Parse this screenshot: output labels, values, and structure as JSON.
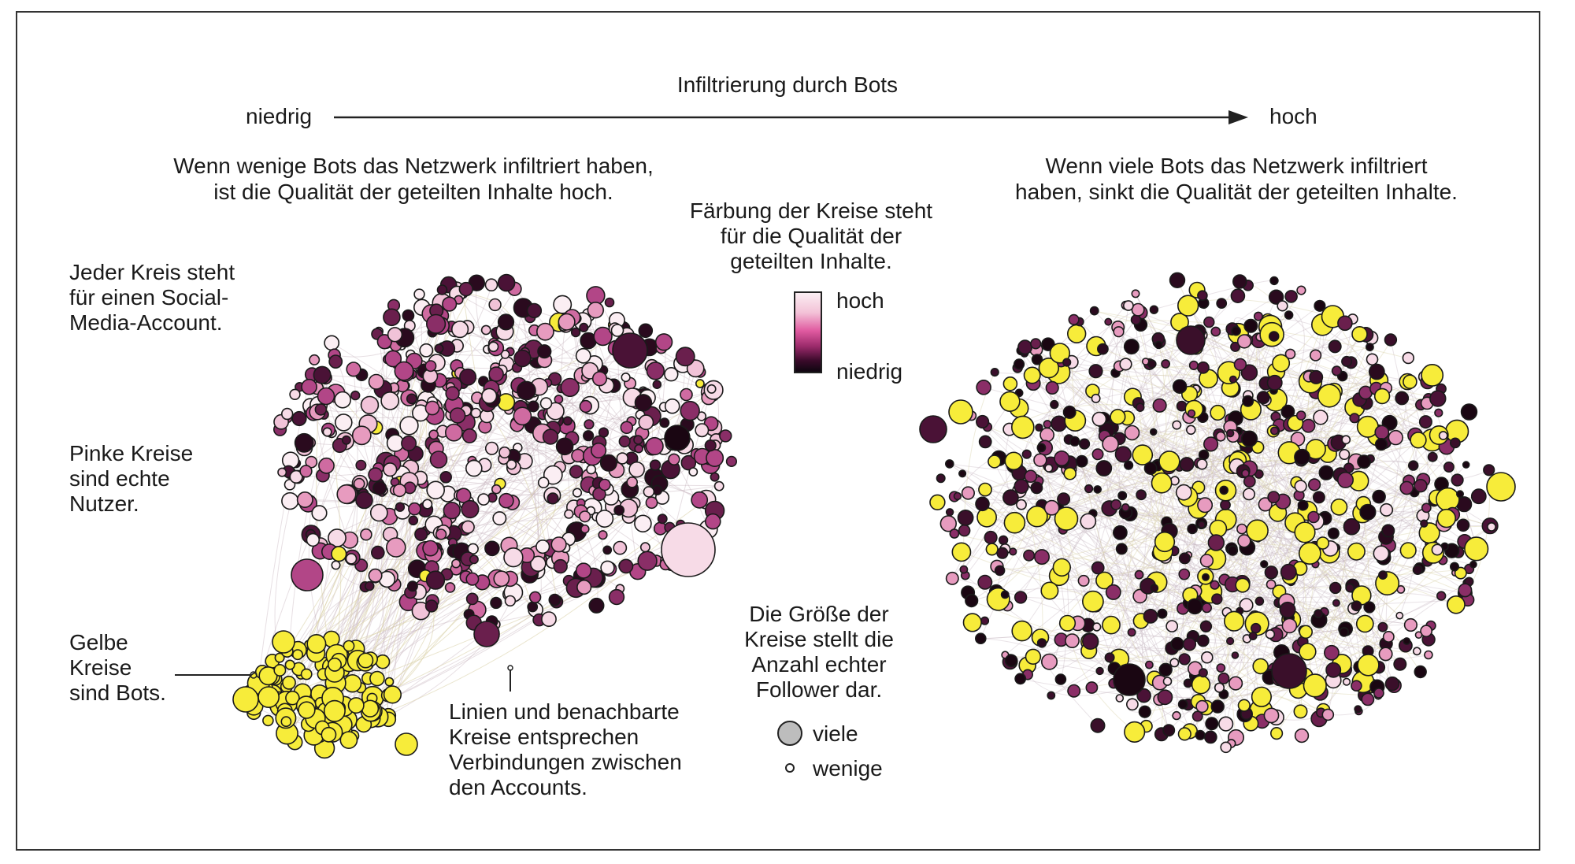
{
  "header": {
    "axis_title": "Infiltrierung durch Bots",
    "axis_low": "niedrig",
    "axis_high": "hoch"
  },
  "left_panel": {
    "caption_lines": [
      "Wenn wenige Bots das Netzwerk infiltriert haben,",
      "ist die Qualität der geteilten Inhalte hoch."
    ]
  },
  "right_panel": {
    "caption_lines": [
      "Wenn viele Bots das Netzwerk infiltriert",
      "haben, sinkt die Qualität der geteilten Inhalte."
    ]
  },
  "annotations": {
    "account": [
      "Jeder Kreis steht",
      "für einen Social-",
      "Media-Account."
    ],
    "pink": [
      "Pinke Kreise",
      "sind echte",
      "Nutzer."
    ],
    "yellow": [
      "Gelbe",
      "Kreise",
      "sind Bots."
    ],
    "lines": [
      "Linien und benachbarte",
      "Kreise entsprechen",
      "Verbindungen zwischen",
      "den Accounts."
    ]
  },
  "legend": {
    "color_title": [
      "Färbung der Kreise steht",
      "für die Qualität der",
      "geteilten Inhalte."
    ],
    "color_high": "hoch",
    "color_low": "niedrig",
    "size_title": [
      "Die Größe der",
      "Kreise stellt die",
      "Anzahl echter",
      "Follower dar."
    ],
    "size_many": "viele",
    "size_few": "wenige"
  },
  "colors": {
    "bot_yellow": "#f7ec3a",
    "high_quality": "#fbeef3",
    "mid_quality": "#c0508e",
    "low_quality": "#1a0612",
    "edge_gray": "#c9b9c2"
  }
}
